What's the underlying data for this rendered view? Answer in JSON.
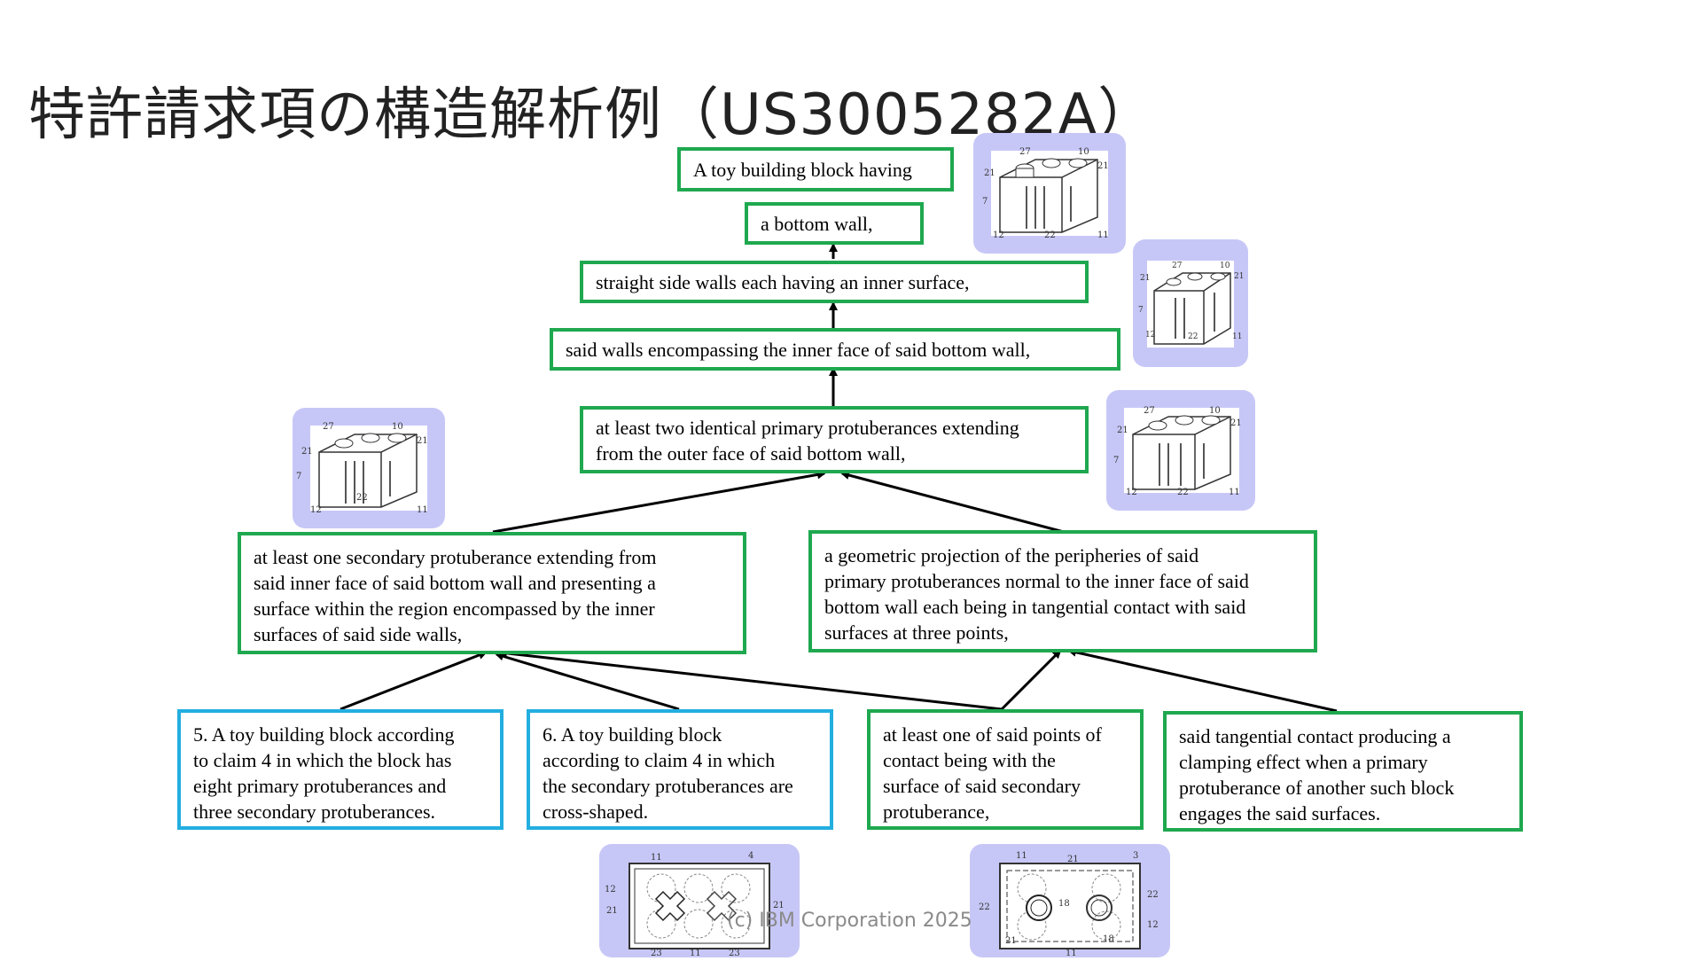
{
  "title": "特許請求項の構造解析例（US3005282A）",
  "footer": "(c) IBM Corporation 2025",
  "colors": {
    "element_border": "#1fa84f",
    "dependent_claim_border": "#23aee0",
    "figure_bg": "#c7c7f7"
  },
  "nodes": {
    "n1": "A toy building block having",
    "n2": "a bottom wall,",
    "n3": "straight side walls each having an inner surface,",
    "n4": "said walls encompassing the inner face of said bottom wall,",
    "n5": [
      "at least two identical primary protuberances extending",
      "from the outer face of said bottom wall,"
    ],
    "n6": [
      "at least one secondary protuberance extending from",
      "said inner face of said bottom wall and presenting a",
      "surface within the region encompassed by the inner",
      "surfaces of said side walls,"
    ],
    "n7": [
      "a geometric projection of the peripheries of said",
      "primary protuberances normal to the inner face of said",
      "bottom wall each being in tangential contact with said",
      "surfaces at three points,"
    ],
    "n8": [
      "5. A toy building block according",
      "to claim 4 in which the block has",
      "eight primary protuberances and",
      "three secondary protuberances."
    ],
    "n9": [
      "6. A toy building block",
      "according to claim 4 in which",
      "the secondary protuberances are",
      "cross-shaped."
    ],
    "n10": [
      "at least one of said points of",
      "contact being with the",
      "surface of said secondary",
      "protuberance,"
    ],
    "n11": [
      "said tangential contact producing a",
      "clamping effect when a primary",
      "protuberance of another such block",
      "engages the said surfaces."
    ]
  },
  "figure_labels": {
    "block_top_1": [
      "27",
      "10",
      "21",
      "21",
      "7",
      "12",
      "22",
      "11"
    ],
    "block_top_2": [
      "27",
      "10",
      "21",
      "21",
      "7",
      "12",
      "22",
      "11"
    ],
    "block_top_3": [
      "27",
      "10",
      "21",
      "21",
      "7",
      "12",
      "22",
      "11"
    ],
    "block_top_4": [
      "27",
      "10",
      "21",
      "21",
      "7",
      "12",
      "22",
      "11"
    ],
    "plan_left": [
      "11",
      "4",
      "12",
      "21",
      "21",
      "23",
      "11",
      "23"
    ],
    "plan_right": [
      "11",
      "21",
      "3",
      "22",
      "18",
      "22",
      "12",
      "21",
      "11",
      "18"
    ]
  }
}
